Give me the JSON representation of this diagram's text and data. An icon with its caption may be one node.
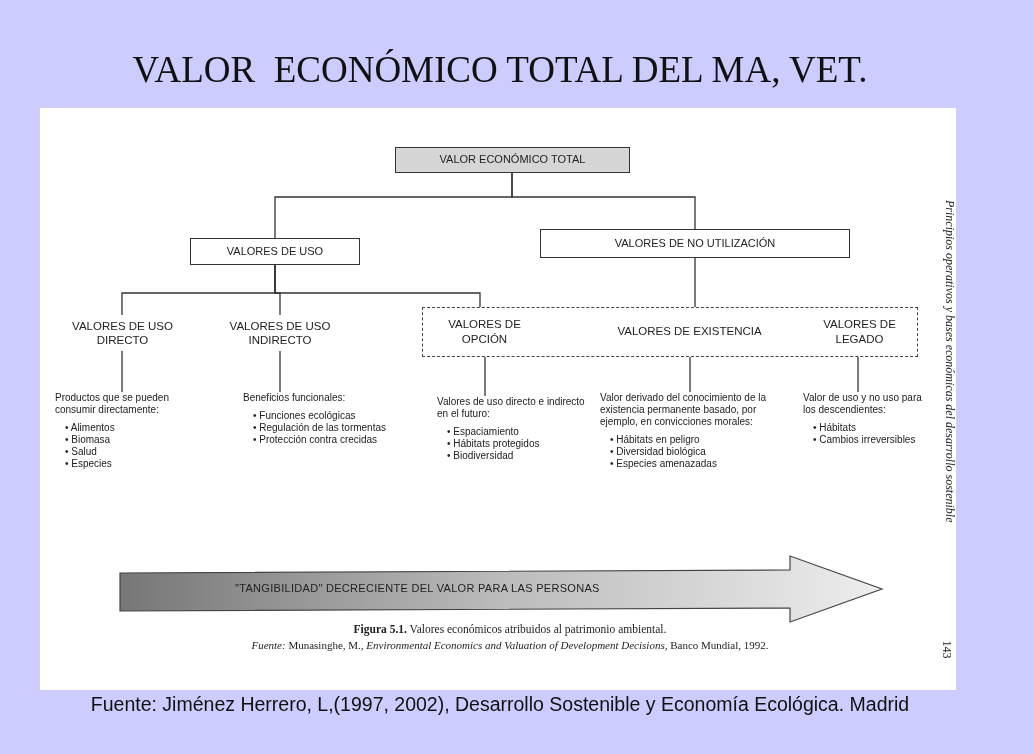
{
  "diagram": {
    "title": "VALOR  ECONÓMICO TOTAL DEL MA, VET.",
    "caption": "**Figura 5.1.** Valores económicos atribuidos al patrimonio ambiental.",
    "nodes": [
      {
        "text": [
          "VALOR ECONÓMICO TOTAL"
        ]
      },
      {
        "text": [
          "VALORES DE USO"
        ]
      },
      {
        "text": [
          "VALORES DE NO UTILIZACIÓN"
        ]
      },
      {
        "text": [
          "VALORES DE USO DIRECTO"
        ]
      },
      {
        "text": [
          "VALORES DE USO INDIRECTO"
        ]
      },
      {
        "text": [],
        "shape": "box"
      },
      {
        "text": [
          "VALORES DE OPCIÓN"
        ],
        "in": 5
      },
      {
        "text": [
          "VALORES DE EXISTENCIA"
        ],
        "in": 5
      },
      {
        "text": [
          "VALORES DE LEGADO"
        ],
        "in": 5
      },
      {
        "text": [
          "Productos que se pueden consumir directamente:",
          "• Alimentos",
          "• Biomasa",
          "• Salud",
          "• Especies"
        ]
      },
      {
        "text": [
          "Beneficios funcionales:",
          "• Funciones ecológicas",
          "• Regulación de las tormentas",
          "• Protección contra crecidas"
        ]
      },
      {
        "text": [
          "Valores de uso directo e indirecto en el futuro:",
          "• Espaciamiento",
          "• Hábitats protegidos",
          "• Biodiversidad"
        ]
      },
      {
        "text": [
          "Valor derivado del conocimiento de la existencia permanente basado, por ejemplo, en convicciones morales:",
          "• Hábitats en peligro",
          "• Diversidad biológica",
          "• Especies amenazadas"
        ]
      },
      {
        "text": [
          "Valor de uso y no uso para los descendientes:",
          "• Hábitats",
          "• Cambios irreversibles"
        ]
      }
    ],
    "edges": [
      {
        "from": 0,
        "to": 1,
        "arrow": "none"
      },
      {
        "from": 0,
        "to": 2,
        "arrow": "none"
      },
      {
        "from": 1,
        "to": 3,
        "arrow": "none"
      },
      {
        "from": 1,
        "to": 4,
        "arrow": "none"
      },
      {
        "from": 1,
        "to": 5,
        "arrow": "none"
      },
      {
        "from": 2,
        "to": 5,
        "arrow": "none"
      },
      {
        "from": 3,
        "to": 9,
        "arrow": "none"
      },
      {
        "from": 4,
        "to": 10,
        "arrow": "none"
      },
      {
        "from": 6,
        "to": 11,
        "arrow": "none"
      },
      {
        "from": 7,
        "to": 12,
        "arrow": "none"
      },
      {
        "from": 8,
        "to": 13,
        "arrow": "none"
      }
    ],
    "labels": [
      "\"TANGIBILIDAD\" DECRECIENTE DEL VALOR PARA LAS PERSONAS",
      "*Fuente:* Munasinghe, M., *Environmental Economics and Valuation of Development Decisions*, Banco Mundial, 1992.",
      "Principios operativos y bases económicas del desarrollo sostenible",
      "143",
      "Fuente: Jiménez Herrero, L,(1997, 2002), Desarrollo Sostenible y Economía Ecológica. Madrid"
    ]
  }
}
